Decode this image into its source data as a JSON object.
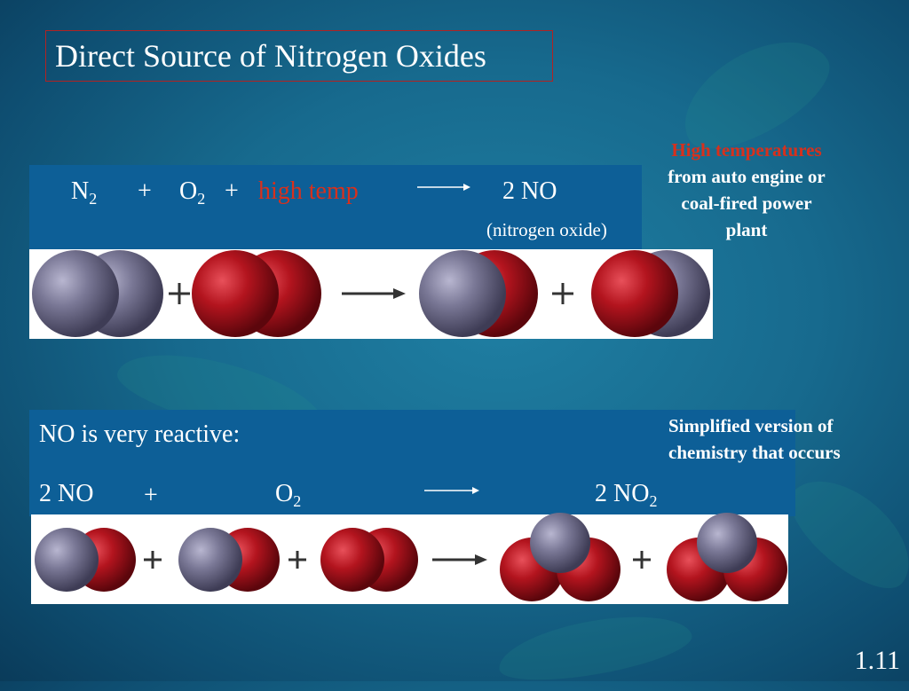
{
  "slide": {
    "title": "Direct Source of Nitrogen Oxides",
    "slide_number": "1.11"
  },
  "reaction1": {
    "n2": "N",
    "n2_sub": "2",
    "plus1": "+",
    "o2": "O",
    "o2_sub": "2",
    "plus2": "+",
    "high_temp": "high temp",
    "product": "2 NO",
    "product_note": "(nitrogen oxide)",
    "note": {
      "line1": "High temperatures",
      "line2": "from auto engine or",
      "line3": "coal-fired power",
      "line4": "plant"
    }
  },
  "reaction2": {
    "heading": "NO is very reactive:",
    "reactant": "2 NO",
    "plus": "+",
    "o2": "O",
    "o2_sub": "2",
    "product": "2 NO",
    "product_sub": "2",
    "note": {
      "line1": "Simplified version of",
      "line2": "chemistry that occurs"
    }
  },
  "colors": {
    "nitrogen_atom": "#7a7896",
    "oxygen_atom": "#b3141e",
    "accent_red": "#d8301c",
    "band_blue": "#0d5f97"
  }
}
